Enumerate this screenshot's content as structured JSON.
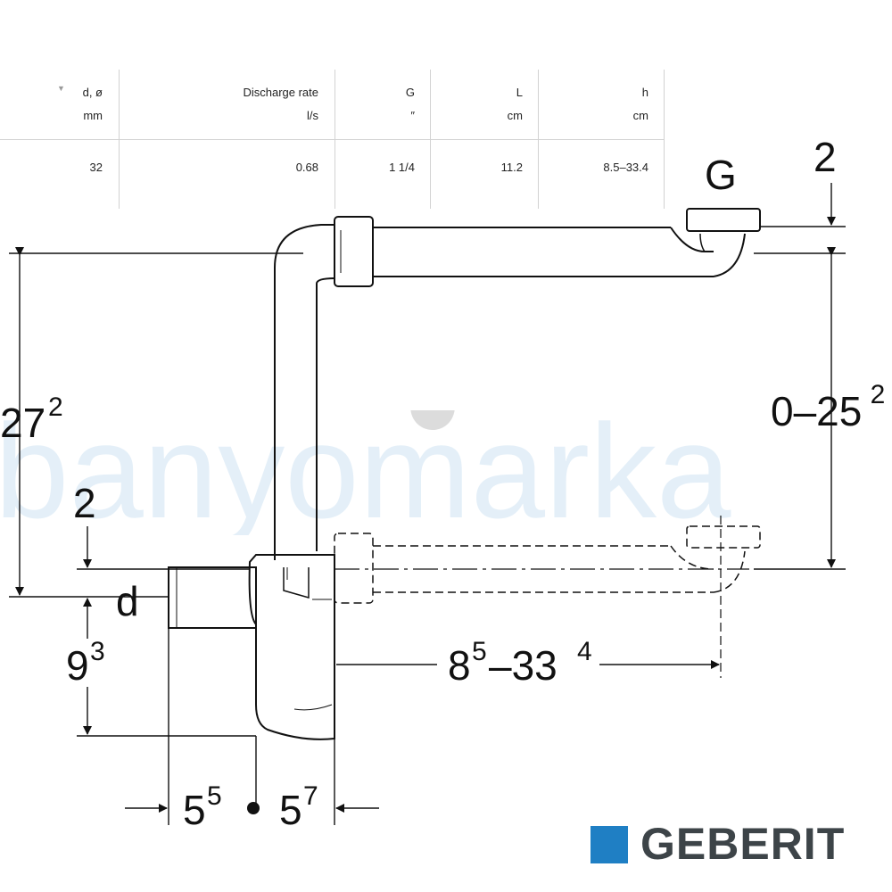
{
  "table": {
    "headers": [
      {
        "name": "d, ø",
        "unit": "mm"
      },
      {
        "name": "Discharge rate",
        "unit": "l/s"
      },
      {
        "name": "G",
        "unit": "″"
      },
      {
        "name": "L",
        "unit": "cm"
      },
      {
        "name": "h",
        "unit": "cm"
      }
    ],
    "row": [
      "32",
      "0.68",
      "1 1/4",
      "11.2",
      "8.5–33.4"
    ]
  },
  "dimensions": {
    "G_label": "G",
    "top_offset": "2",
    "height_main": "27",
    "height_main_sup": "2",
    "height_adjust": "0–25",
    "height_adjust_sup": "2",
    "lower_offset": "2",
    "d_label": "d",
    "base_height": "9",
    "base_height_sup": "3",
    "length_range_a": "8",
    "length_range_a_sup": "5",
    "length_range_dash": "–33",
    "length_range_b_sup": "4",
    "left_width": "5",
    "left_width_sup": "5",
    "right_width": "5",
    "right_width_sup": "7"
  },
  "watermark": {
    "text": "banyomarka",
    "color": "#c9dff0"
  },
  "brand": {
    "name": "GEBERIT",
    "color": "#1f7fc4",
    "text_color": "#3d4448"
  }
}
